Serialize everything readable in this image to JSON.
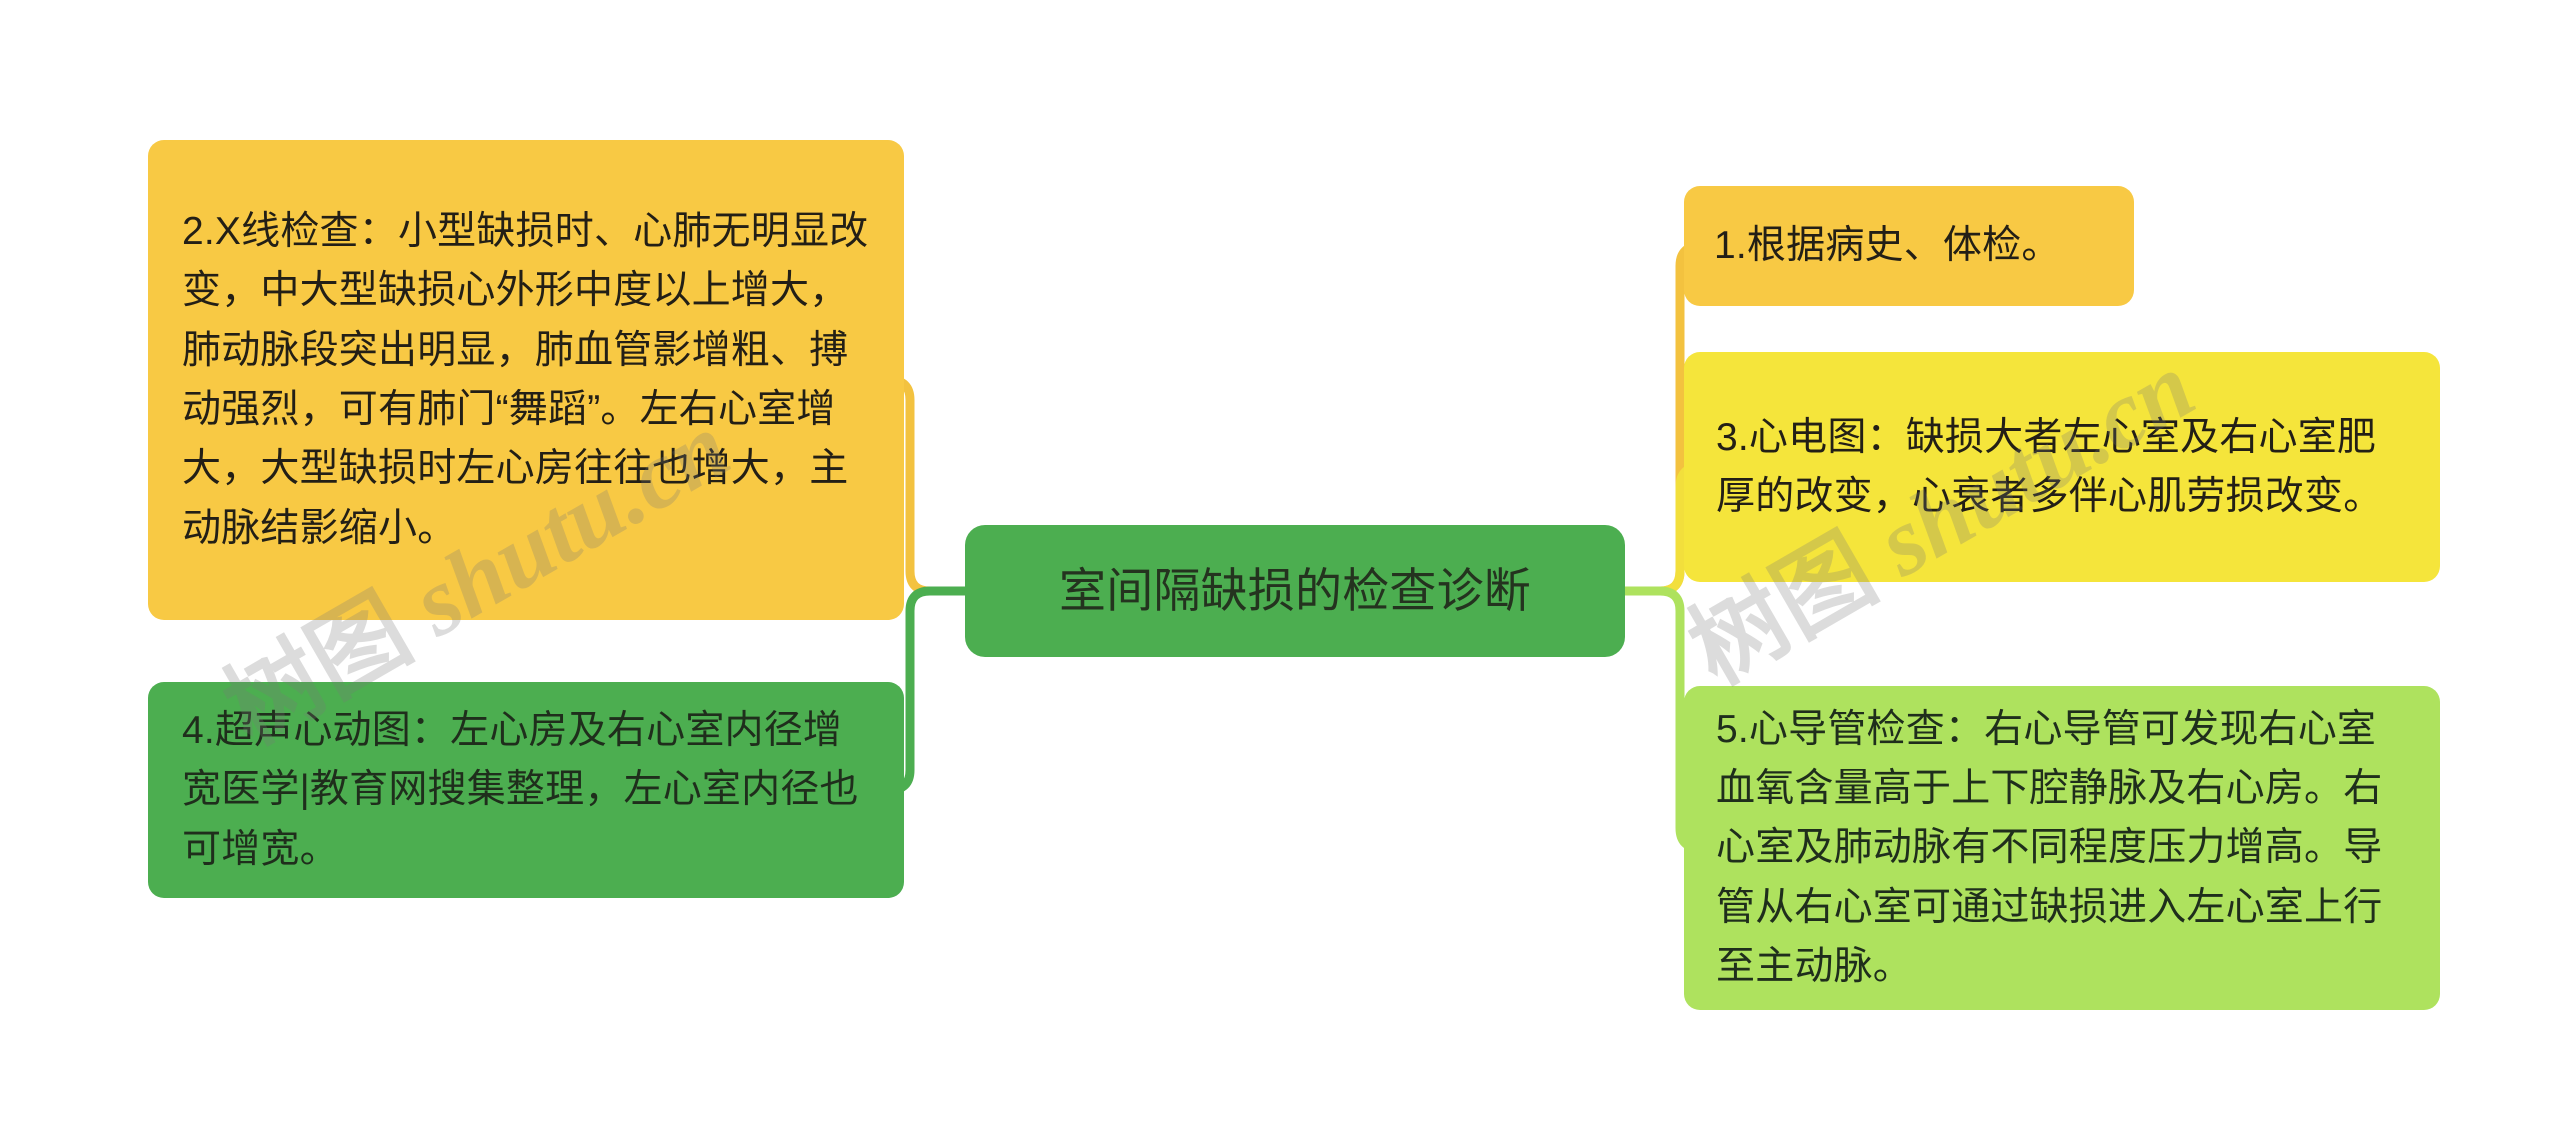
{
  "diagram": {
    "type": "mind-map",
    "title": "室间隔缺损的检查诊断",
    "background_color": "#FFFFFF",
    "root": {
      "id": "root",
      "label": "室间隔缺损的检查诊断",
      "fill_color": "#4CAE50",
      "text_color": "#24331F"
    },
    "branches": [
      {
        "id": "branch-2",
        "side": "left",
        "index": "2",
        "label": "2.X线检查：小型缺损时、心肺无明显改变，中大型缺损心外形中度以上增大，肺动脉段突出明显，肺血管影增粗、搏动强烈，可有肺门“舞蹈”。左右心室增大，大型缺损时左心房往往也增大，主动脉结影缩小。",
        "fill_color": "#F8C944",
        "connector_color": "#F3C23F"
      },
      {
        "id": "branch-4",
        "side": "left",
        "index": "4",
        "label": "4.超声心动图：左心房及右心室内径增宽医学|教育网搜集整理，左心室内径也可增宽。",
        "fill_color": "#4CAE50",
        "connector_color": "#4CAE50"
      },
      {
        "id": "branch-1",
        "side": "right",
        "index": "1",
        "label": "1.根据病史、体检。",
        "fill_color": "#F8C944",
        "connector_color": "#F3C23F"
      },
      {
        "id": "branch-3",
        "side": "right",
        "index": "3",
        "label": "3.心电图：缺损大者左心室及右心室肥厚的改变，心衰者多伴心肌劳损改变。",
        "fill_color": "#F5E53B",
        "connector_color": "#F2DF3C"
      },
      {
        "id": "branch-5",
        "side": "right",
        "index": "5",
        "label": "5.心导管检查：右心导管可发现右心室血氧含量高于上下腔静脉及右心房。右心室及肺动脉有不同程度压力增高。导管从右心室可通过缺损进入左心室上行至主动脉。",
        "fill_color": "#AEE25E",
        "connector_color": "#AEE25E"
      }
    ],
    "watermark": {
      "cjk": "树图",
      "latin": " shutu.cn",
      "color": "#78787842"
    }
  }
}
